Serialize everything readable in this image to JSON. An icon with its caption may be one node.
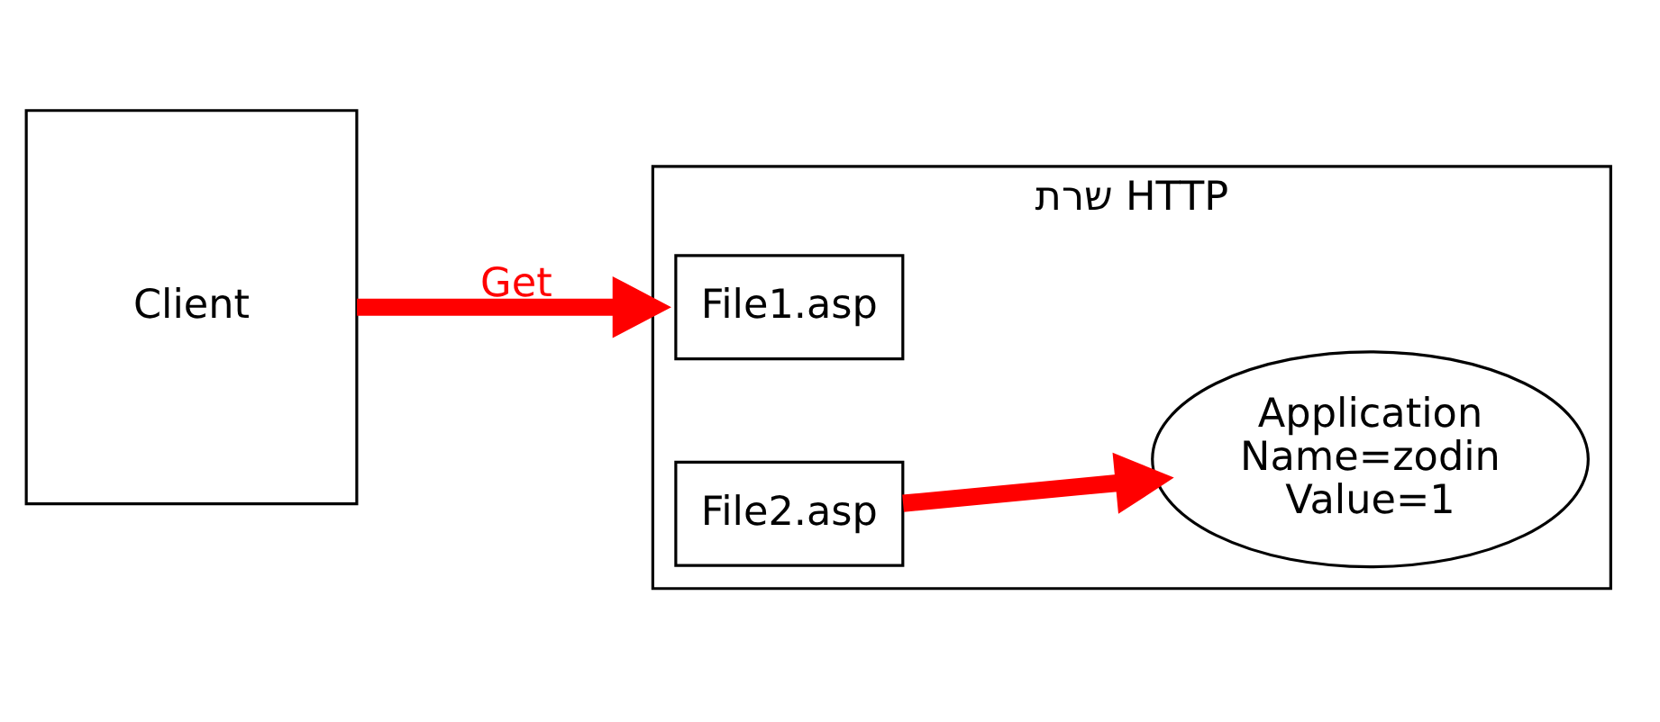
{
  "diagram": {
    "nodes": [
      {
        "text": [
          "Client"
        ]
      },
      {
        "text": [
          "שרת HTTP"
        ]
      },
      {
        "text": [
          "Application",
          "Name=zodin",
          "Value=1"
        ],
        "in": 1
      },
      {
        "text": [
          "File1.asp"
        ],
        "in": 1
      },
      {
        "text": [
          "File2.asp"
        ],
        "in": 1
      }
    ],
    "edges": [
      {
        "from": 0,
        "to": 1,
        "arrow": "to",
        "label": "Get",
        "color": "#ff0000"
      },
      {
        "from": 4,
        "to": 2,
        "arrow": "to",
        "color": "#ff0000"
      }
    ]
  }
}
